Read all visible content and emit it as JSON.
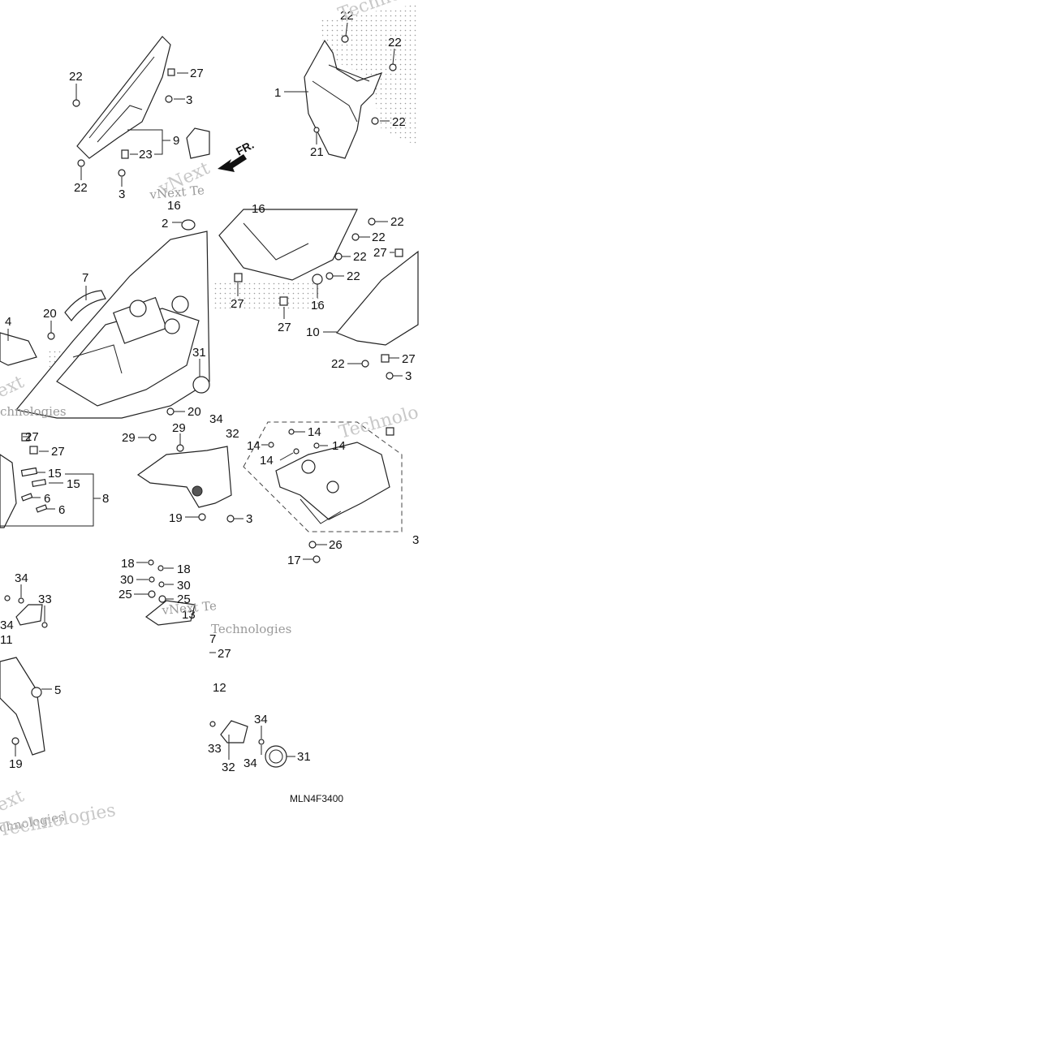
{
  "diagram": {
    "code": "MLN4F3400",
    "direction_label": "FR.",
    "watermarks": [
      "Technologies",
      "vNext",
      "vNext Te",
      "ext",
      "chnologies",
      "vNext Te",
      "Technologies",
      "Technolo",
      "chnologies",
      "ext",
      "Technologies"
    ],
    "callouts": [
      "22",
      "22",
      "1",
      "22",
      "21",
      "16",
      "22",
      "27",
      "3",
      "9",
      "23",
      "22",
      "3",
      "2",
      "16",
      "7",
      "20",
      "4",
      "31",
      "20",
      "22",
      "22",
      "22",
      "22",
      "27",
      "16",
      "27",
      "27",
      "10",
      "22",
      "27",
      "3",
      "27",
      "27",
      "15",
      "15",
      "6",
      "6",
      "8",
      "29",
      "29",
      "19",
      "3",
      "34",
      "32",
      "14",
      "14",
      "14",
      "14",
      "26",
      "17",
      "3",
      "18",
      "18",
      "30",
      "30",
      "25",
      "25",
      "13",
      "34",
      "33",
      "34",
      "11",
      "5",
      "19",
      "7",
      "27",
      "12",
      "34",
      "33",
      "32",
      "34",
      "31"
    ]
  }
}
